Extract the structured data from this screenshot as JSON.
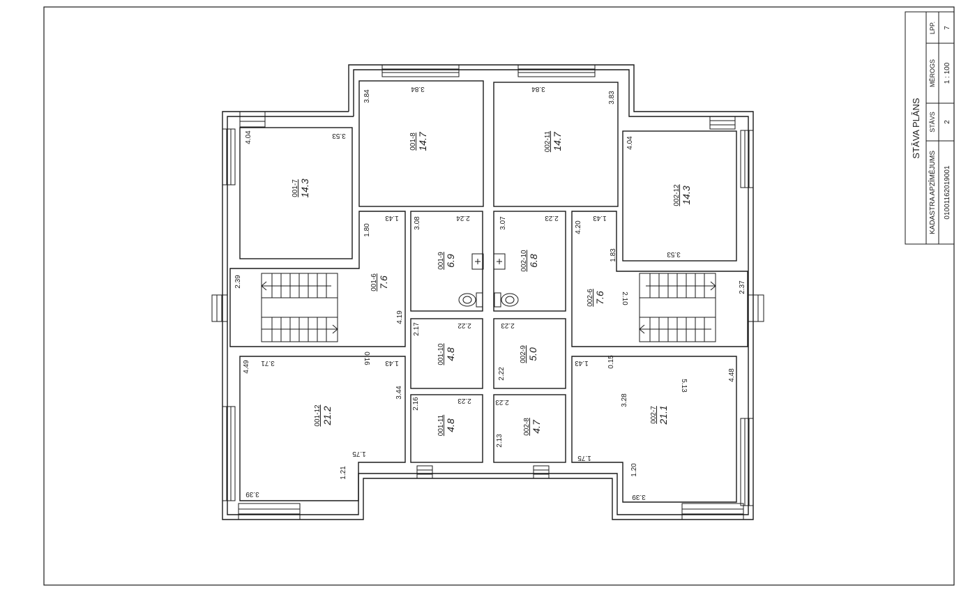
{
  "title_block": {
    "title": "STĀVA PLĀNS",
    "cad_label": "KADASTRA APZĪMĒJUMS",
    "cad_value": "01001162019001",
    "floor_label": "STĀVS",
    "floor_value": "2",
    "scale_label": "MĒROGS",
    "scale_value": "1 : 100",
    "page_label": "LPP.",
    "page_value": "7"
  },
  "rooms": [
    {
      "id": "001-7",
      "area": "14.3"
    },
    {
      "id": "001-8",
      "area": "14.7"
    },
    {
      "id": "002-11",
      "area": "14.7"
    },
    {
      "id": "002-12",
      "area": "14.3"
    },
    {
      "id": "001-9",
      "area": "6.9"
    },
    {
      "id": "002-10",
      "area": "6.8"
    },
    {
      "id": "001-6",
      "area": "7.6"
    },
    {
      "id": "002-6",
      "area": "7.6"
    },
    {
      "id": "001-10",
      "area": "4.8"
    },
    {
      "id": "002-9",
      "area": "5.0"
    },
    {
      "id": "001-11",
      "area": "4.8"
    },
    {
      "id": "002-8",
      "area": "4.7"
    },
    {
      "id": "001-12",
      "area": "21.2"
    },
    {
      "id": "002-7",
      "area": "21.1"
    }
  ],
  "dimensions": [
    "3.84",
    "3.84",
    "3.84",
    "3.83",
    "4.04",
    "3.53",
    "4.04",
    "3.53",
    "1.43",
    "1.80",
    "3.08",
    "2.24",
    "3.07",
    "2.23",
    "4.20",
    "1.43",
    "1.83",
    "2.39",
    "4.19",
    "2.10",
    "2.37",
    "1.43",
    "0.16",
    "3.71",
    "4.49",
    "2.17",
    "2.22",
    "2.23",
    "2.22",
    "1.43",
    "0.15",
    "4.48",
    "3.44",
    "2.16",
    "2.23",
    "2.23",
    "2.13",
    "3.28",
    "5.13",
    "1.75",
    "1.75",
    "1.21",
    "1.20",
    "3.39",
    "3.39"
  ]
}
